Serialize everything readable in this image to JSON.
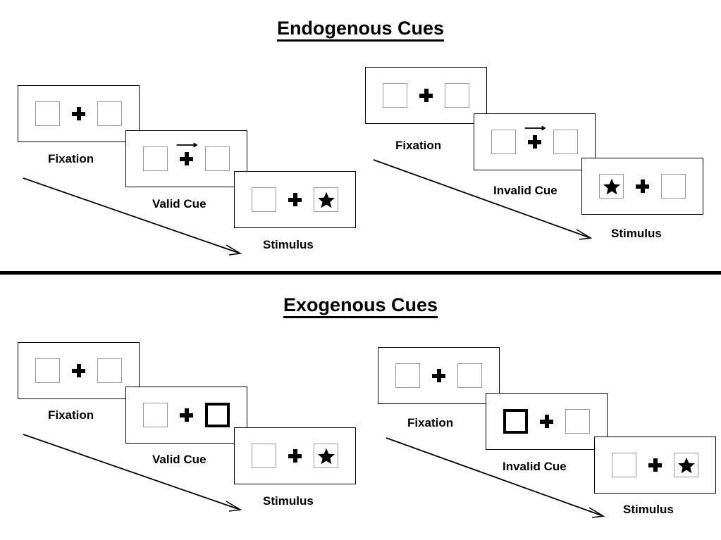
{
  "figure": {
    "sections": [
      {
        "id": "endogenous",
        "title": "Endogenous Cues",
        "conditions": [
          {
            "id": "endogenous-valid",
            "frames": [
              {
                "stage_label": "Fixation",
                "left_box": {
                  "content": "empty",
                  "highlighted": false
                },
                "right_box": {
                  "content": "empty",
                  "highlighted": false
                },
                "center": "fixation-cross",
                "cue_arrow": "none"
              },
              {
                "stage_label": "Valid Cue",
                "left_box": {
                  "content": "empty",
                  "highlighted": false
                },
                "right_box": {
                  "content": "empty",
                  "highlighted": false
                },
                "center": "fixation-cross",
                "cue_arrow": "right"
              },
              {
                "stage_label": "Stimulus",
                "left_box": {
                  "content": "empty",
                  "highlighted": false
                },
                "right_box": {
                  "content": "star",
                  "highlighted": false
                },
                "center": "fixation-cross",
                "cue_arrow": "none"
              }
            ]
          },
          {
            "id": "endogenous-invalid",
            "frames": [
              {
                "stage_label": "Fixation",
                "left_box": {
                  "content": "empty",
                  "highlighted": false
                },
                "right_box": {
                  "content": "empty",
                  "highlighted": false
                },
                "center": "fixation-cross",
                "cue_arrow": "none"
              },
              {
                "stage_label": "Invalid Cue",
                "left_box": {
                  "content": "empty",
                  "highlighted": false
                },
                "right_box": {
                  "content": "empty",
                  "highlighted": false
                },
                "center": "fixation-cross",
                "cue_arrow": "right"
              },
              {
                "stage_label": "Stimulus",
                "left_box": {
                  "content": "star",
                  "highlighted": false
                },
                "right_box": {
                  "content": "empty",
                  "highlighted": false
                },
                "center": "fixation-cross",
                "cue_arrow": "none"
              }
            ]
          }
        ]
      },
      {
        "id": "exogenous",
        "title": "Exogenous Cues",
        "conditions": [
          {
            "id": "exogenous-valid",
            "frames": [
              {
                "stage_label": "Fixation",
                "left_box": {
                  "content": "empty",
                  "highlighted": false
                },
                "right_box": {
                  "content": "empty",
                  "highlighted": false
                },
                "center": "fixation-cross",
                "cue_arrow": "none"
              },
              {
                "stage_label": "Valid Cue",
                "left_box": {
                  "content": "empty",
                  "highlighted": false
                },
                "right_box": {
                  "content": "empty",
                  "highlighted": true
                },
                "center": "fixation-cross",
                "cue_arrow": "none"
              },
              {
                "stage_label": "Stimulus",
                "left_box": {
                  "content": "empty",
                  "highlighted": false
                },
                "right_box": {
                  "content": "star",
                  "highlighted": false
                },
                "center": "fixation-cross",
                "cue_arrow": "none"
              }
            ]
          },
          {
            "id": "exogenous-invalid",
            "frames": [
              {
                "stage_label": "Fixation",
                "left_box": {
                  "content": "empty",
                  "highlighted": false
                },
                "right_box": {
                  "content": "empty",
                  "highlighted": false
                },
                "center": "fixation-cross",
                "cue_arrow": "none"
              },
              {
                "stage_label": "Invalid Cue",
                "left_box": {
                  "content": "empty",
                  "highlighted": true
                },
                "right_box": {
                  "content": "empty",
                  "highlighted": false
                },
                "center": "fixation-cross",
                "cue_arrow": "none"
              },
              {
                "stage_label": "Stimulus",
                "left_box": {
                  "content": "empty",
                  "highlighted": false
                },
                "right_box": {
                  "content": "star",
                  "highlighted": false
                },
                "center": "fixation-cross",
                "cue_arrow": "none"
              }
            ]
          }
        ]
      }
    ],
    "time_arrow_label": "",
    "colors": {
      "ink": "#000000",
      "box_outline": "#9a9a9a",
      "background": "#ffffff"
    }
  }
}
